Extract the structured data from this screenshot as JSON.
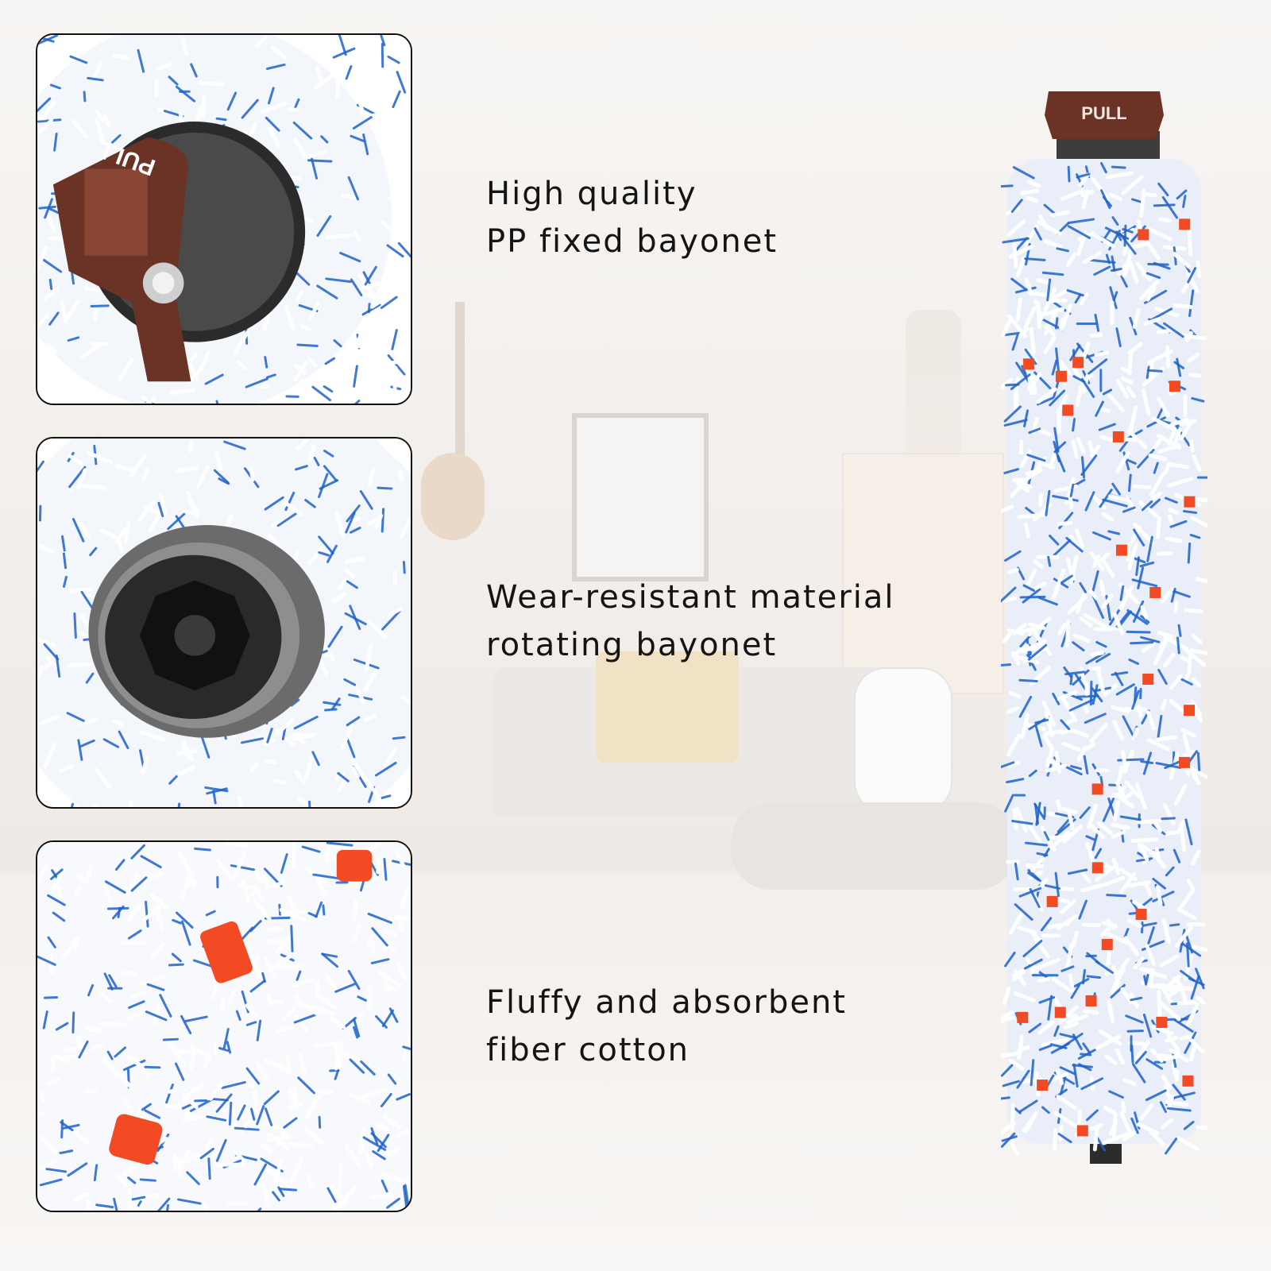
{
  "features": [
    {
      "lines": [
        "High quality",
        "PP fixed bayonet"
      ]
    },
    {
      "lines": [
        "Wear-resistant material",
        "rotating bayonet"
      ]
    },
    {
      "lines": [
        "Fluffy and absorbent",
        "fiber cotton"
      ]
    }
  ],
  "product": {
    "cap_label": "PULL"
  },
  "detail_cap_label": "PULL",
  "colors": {
    "fiber_white": "#ffffff",
    "fiber_blue": "#1f63c8",
    "fiber_red": "#f24a22",
    "cap_brown": "#6b3326",
    "bearing_gray": "#6b6b6b",
    "text": "#141414"
  }
}
